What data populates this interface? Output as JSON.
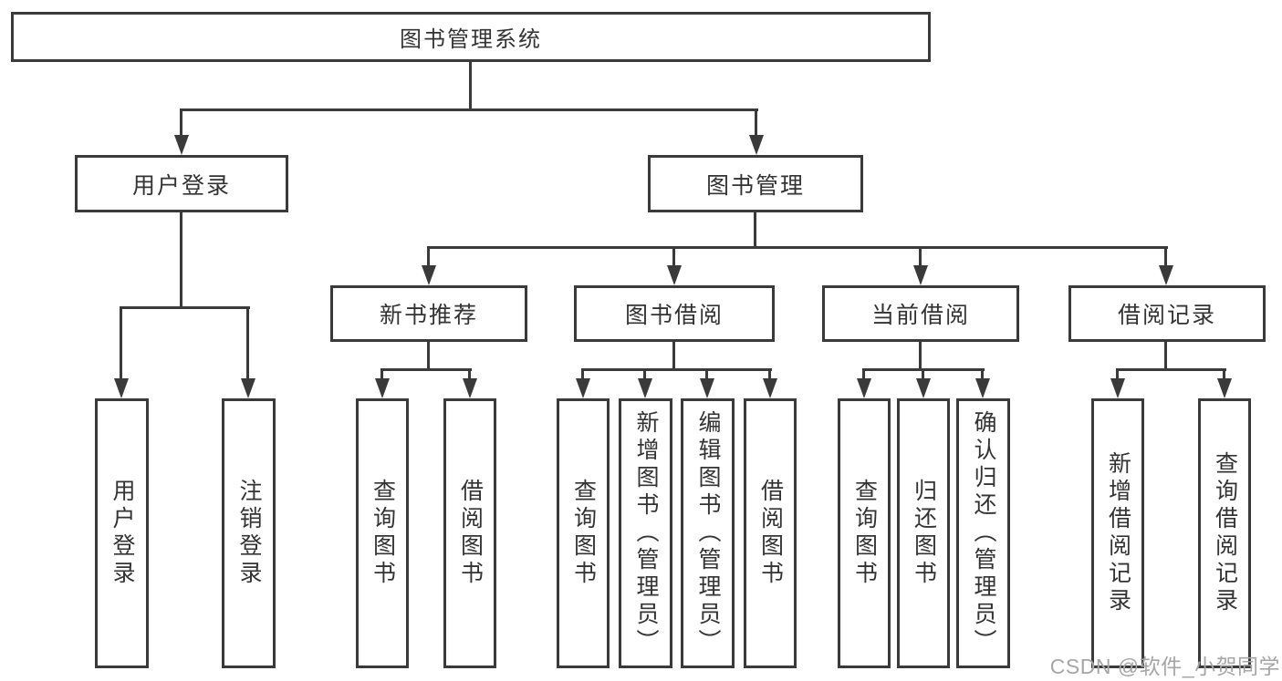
{
  "diagram": {
    "root": {
      "label": "图书管理系统"
    },
    "tree": [
      {
        "label": "用户登录",
        "children": [
          {
            "label": "用户登录"
          },
          {
            "label": "注销登录"
          }
        ]
      },
      {
        "label": "图书管理",
        "children": [
          {
            "label": "新书推荐",
            "children": [
              {
                "label": "查询图书"
              },
              {
                "label": "借阅图书"
              }
            ]
          },
          {
            "label": "图书借阅",
            "children": [
              {
                "label": "查询图书"
              },
              {
                "label": "新增图书（管理员）"
              },
              {
                "label": "编辑图书（管理员）"
              },
              {
                "label": "借阅图书"
              }
            ]
          },
          {
            "label": "当前借阅",
            "children": [
              {
                "label": "查询图书"
              },
              {
                "label": "归还图书"
              },
              {
                "label": "确认归还（管理员）"
              }
            ]
          },
          {
            "label": "借阅记录",
            "children": [
              {
                "label": "新增借阅记录"
              },
              {
                "label": "查询借阅记录"
              }
            ]
          }
        ]
      }
    ]
  },
  "watermark": {
    "text": "CSDN @软件_小贺同学"
  },
  "colors": {
    "line": "#3a3a3a",
    "text": "#333333",
    "background": "#ffffff",
    "watermark": "#a6a6a6"
  }
}
